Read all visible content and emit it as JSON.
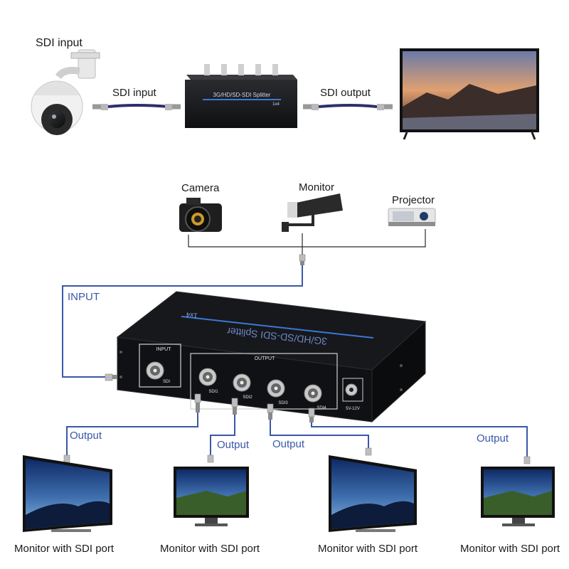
{
  "top": {
    "sdi_input_camera": "SDI input",
    "sdi_input_cable": "SDI input",
    "sdi_output_cable": "SDI output",
    "splitter_top_text": "3G/HD/SD-SDI Splitter",
    "splitter_top_sub": "1x4"
  },
  "sources": {
    "camera": "Camera",
    "monitor": "Monitor",
    "projector": "Projector"
  },
  "device": {
    "input_line_label": "INPUT",
    "panel_input": "INPUT",
    "panel_output": "OUTPUT",
    "port_sdi": "SDI",
    "ports": [
      "SDI1",
      "SDI2",
      "SDI3",
      "SDI4"
    ],
    "power": "5V-12V",
    "top_brand": "3G/HD/SD-SDI Splitter",
    "top_model": "1x4"
  },
  "outputs": {
    "labels": [
      "Output",
      "Output",
      "Output",
      "Output"
    ],
    "monitors": [
      "Monitor with SDI port",
      "Monitor with SDI port",
      "Monitor with SDI port",
      "Monitor with SDI port"
    ]
  },
  "colors": {
    "line_blue": "#3a57a8",
    "cable_dark": "#2b2f6b",
    "device_body": "#1c1d20",
    "screen_sky": "#3f6fae"
  }
}
